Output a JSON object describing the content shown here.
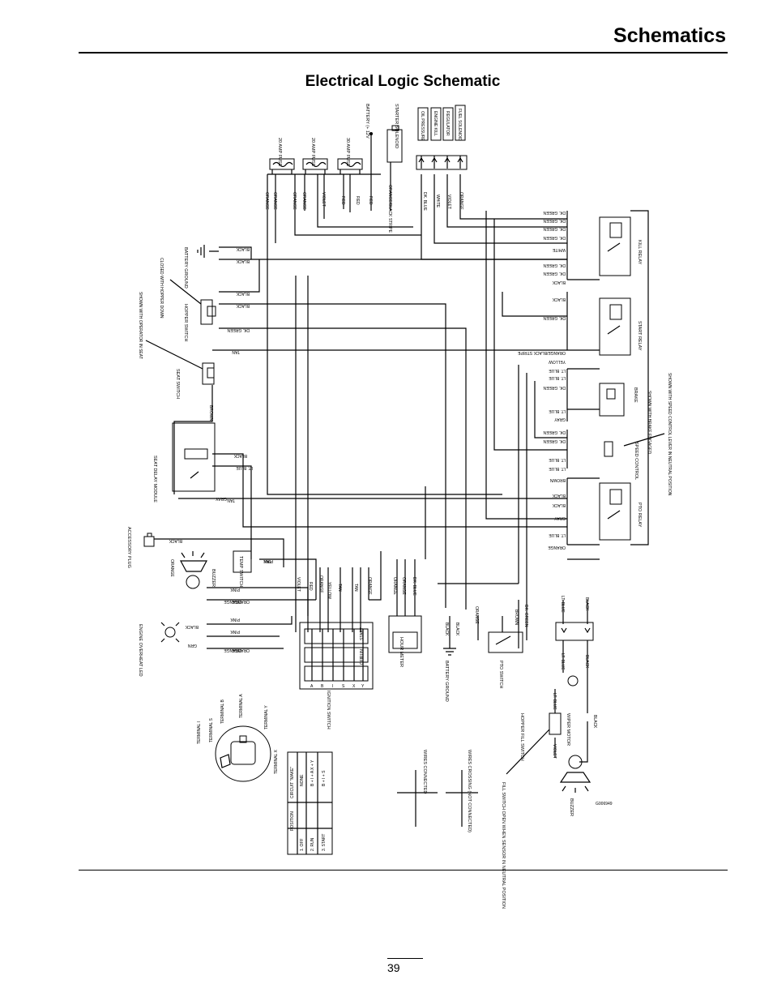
{
  "header": {
    "title": "Schematics"
  },
  "diagram": {
    "title": "Electrical Logic Schematic",
    "id": "G006949"
  },
  "footer": {
    "page_number": "39"
  },
  "components": {
    "fuse_20a_1": "20 AMP FUSE",
    "fuse_20a_2": "20 AMP FUSE",
    "fuse_30a": "30 AMP FUSE",
    "battery": "BATTERY (+ 12V",
    "starter_solenoid": "STARTER SOLENOID",
    "engine_terminals": [
      "OIL PRESSURE",
      "ENGINE KILL",
      "REGULATOR",
      "FUEL SOLENOID"
    ],
    "battery_ground_top": "BATTERY GROUND",
    "closed_note": "CLOSED WITH HOPPER DOWN",
    "hopper_switch": "HOPPER SWITCH",
    "seat_note": "SHOWN WITH OPERATOR IN SEAT",
    "seat_switch": "SEAT SWITCH",
    "seat_delay_module": "SEAT DELAY MODULE",
    "accessory_plug": "ACCESSORY PLUG",
    "buzzer_left": "BUZZER",
    "temp_switch": "TEMP SWITCH",
    "engine_overheat": "ENGINE OVERHEAT LED",
    "terminals": [
      "TERMINAL I",
      "TERMINAL S",
      "TERMINAL B",
      "TERMINAL A",
      "TERMINAL Y",
      "TERMINAL X"
    ],
    "ignition_switch": "IGNITION SWITCH",
    "ignition_positions": [
      "OFF",
      "RUN",
      "START"
    ],
    "ignition_letters": [
      "A",
      "B",
      "I",
      "S",
      "X",
      "Y"
    ],
    "hour_meter": "HOUR METER",
    "battery_ground_bottom": "BATTERY GROUND",
    "pto_switch": "PTO SWITCH",
    "kill_relay": "KILL RELAY",
    "start_relay": "START RELAY",
    "brake": "BRAKE",
    "brake_note": "SHOWN WITH BRAKE ENGAGED",
    "speed_note": "SHOWN WITH SPEED CONTROL LEVER IN NEUTRAL POSITION",
    "speed_control": "SPEED CONTROL",
    "pto_relay": "PTO RELAY",
    "hopper_fill_switch": "HOPPER FILL SWITCH",
    "wiper_motor": "WIPER MOTOR",
    "buzzer_right": "BUZZER",
    "fill_note": "FILL SWITCH OPEN WHEN SENSOR IN NEUTRAL POSITION",
    "wires_connected": "WIRES CONNECTED",
    "wires_crossing": "WIRES CROSSING (NOT CONNECTED)"
  },
  "circuit_table": {
    "headers": [
      "POSITION",
      "CIRCUIT \"MAKE\""
    ],
    "rows": [
      [
        "1. OFF",
        "NONE",
        ""
      ],
      [
        "2. RUN",
        "B + I + A",
        "X + Y"
      ],
      [
        "3. START",
        "B + I + S",
        ""
      ]
    ]
  },
  "wire_colors_top": [
    "ORANGE",
    "ORANGE",
    "ORANGE",
    "ORANGE",
    "VIOLET",
    "RED",
    "RED",
    "RED",
    "ORANGE/BLACK STRIPE",
    "DK. BLUE",
    "WHITE",
    "VIOLET",
    "ORANGE"
  ],
  "wire_labels_left": [
    "BLACK",
    "BLACK",
    "BLACK",
    "BLACK",
    "DK. GREEN",
    "TAN",
    "BROWN",
    "BLACK",
    "LT. BLUE",
    "TAN",
    "BLACK",
    "PINK",
    "ORANGE",
    "PINK",
    "BLACK",
    "PINK",
    "GRN",
    "ORANGE",
    "ORANGE",
    "PINK"
  ],
  "wire_labels_right": [
    "DK. GREEN",
    "DK. GREEN",
    "DK. GREEN",
    "DK. GREEN",
    "WHITE",
    "DK. GREEN",
    "DK. GREEN",
    "BLACK",
    "BLACK",
    "DK. GREEN",
    "ORANGE/BLACK STRIPE",
    "YELLOW",
    "LT. BLUE",
    "LT. BLUE",
    "DK. GREEN",
    "LT. BLUE",
    "GRAY",
    "DK. GREEN",
    "DK. GREEN",
    "LT. BLUE",
    "LT. BLUE",
    "BROWN",
    "BLACK",
    "BLACK",
    "GRAY",
    "LT. BLUE",
    "ORANGE"
  ],
  "wire_colors_bottom": [
    "VIOLET",
    "RED",
    "ORANGE",
    "YELLOW",
    "TAN",
    "TAN",
    "ORANGE",
    "ORANGE",
    "ORANGE",
    "DK. BLUE",
    "BLACK",
    "BLACK",
    "ORANGE",
    "BROWN",
    "DK. GREEN",
    "LT. BLUE",
    "BLACK",
    "LT. BLUE",
    "BLACK",
    "LT. BLUE",
    "VIOLET",
    "BLACK",
    "GRAY",
    "ORANGE",
    "ORANGE",
    "TAN"
  ]
}
